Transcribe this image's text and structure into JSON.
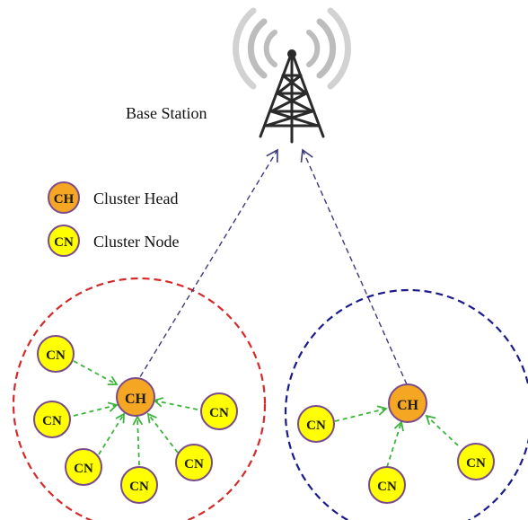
{
  "base_station": {
    "label": "Base Station",
    "icon": "radio-tower-icon"
  },
  "legend": {
    "cluster_head": {
      "abbr": "CH",
      "label": "Cluster Head"
    },
    "cluster_node": {
      "abbr": "CN",
      "label": "Cluster Node"
    }
  },
  "node_labels": {
    "head": "CH",
    "node": "CN"
  },
  "colors": {
    "cluster_head_fill": "#f5a623",
    "cluster_node_fill": "#ffff00",
    "node_stroke": "#7a4a8a",
    "left_cluster_border": "#d42a2a",
    "right_cluster_border": "#1a1a8c",
    "member_arrow": "#3cb43c",
    "uplink_arrow": "#3d3a7a"
  },
  "clusters": [
    {
      "id": "left",
      "member_count": 6
    },
    {
      "id": "right",
      "member_count": 3
    }
  ]
}
